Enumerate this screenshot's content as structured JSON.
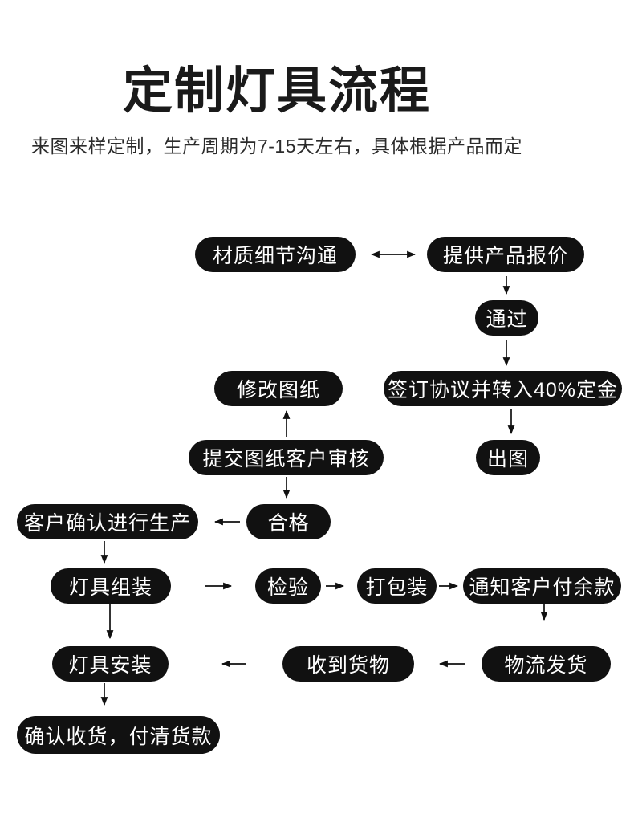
{
  "page": {
    "title": "定制灯具流程",
    "subtitle": "来图来样定制，生产周期为7-15天左右，具体根据产品而定"
  },
  "flowchart": {
    "node_background_color": "#111111",
    "node_text_color": "#ffffff",
    "arrow_color": "#111111",
    "background_color": "#ffffff",
    "nodes": [
      {
        "id": "material-communication",
        "label": "材质细节沟通"
      },
      {
        "id": "product-quote",
        "label": "提供产品报价"
      },
      {
        "id": "pass",
        "label": "通过"
      },
      {
        "id": "modify-drawing",
        "label": "修改图纸"
      },
      {
        "id": "sign-agreement-deposit",
        "label": "签订协议并转入40%定金"
      },
      {
        "id": "submit-drawing-review",
        "label": "提交图纸客户审核"
      },
      {
        "id": "produce-drawing",
        "label": "出图"
      },
      {
        "id": "customer-confirm-production",
        "label": "客户确认进行生产"
      },
      {
        "id": "qualified",
        "label": "合格"
      },
      {
        "id": "lamp-assembly",
        "label": "灯具组装"
      },
      {
        "id": "inspection",
        "label": "检验"
      },
      {
        "id": "packing",
        "label": "打包装"
      },
      {
        "id": "notify-balance-payment",
        "label": "通知客户付余款"
      },
      {
        "id": "lamp-installation",
        "label": "灯具安装"
      },
      {
        "id": "receive-goods",
        "label": "收到货物"
      },
      {
        "id": "logistics-shipping",
        "label": "物流发货"
      },
      {
        "id": "confirm-receipt-pay-balance",
        "label": "确认收货，付清货款"
      }
    ],
    "edges": [
      {
        "from": "material-communication",
        "to": "product-quote",
        "type": "bidirectional"
      },
      {
        "from": "product-quote",
        "to": "pass",
        "type": "down"
      },
      {
        "from": "pass",
        "to": "sign-agreement-deposit",
        "type": "down"
      },
      {
        "from": "sign-agreement-deposit",
        "to": "produce-drawing",
        "type": "down"
      },
      {
        "from": "submit-drawing-review",
        "to": "modify-drawing",
        "type": "up"
      },
      {
        "from": "submit-drawing-review",
        "to": "qualified",
        "type": "down"
      },
      {
        "from": "qualified",
        "to": "customer-confirm-production",
        "type": "left"
      },
      {
        "from": "customer-confirm-production",
        "to": "lamp-assembly",
        "type": "down"
      },
      {
        "from": "lamp-assembly",
        "to": "inspection",
        "type": "right"
      },
      {
        "from": "inspection",
        "to": "packing",
        "type": "right"
      },
      {
        "from": "packing",
        "to": "notify-balance-payment",
        "type": "right"
      },
      {
        "from": "notify-balance-payment",
        "to": "logistics-shipping",
        "type": "down"
      },
      {
        "from": "logistics-shipping",
        "to": "receive-goods",
        "type": "left"
      },
      {
        "from": "receive-goods",
        "to": "lamp-installation",
        "type": "left"
      },
      {
        "from": "lamp-assembly",
        "to": "lamp-installation",
        "type": "down"
      },
      {
        "from": "lamp-installation",
        "to": "confirm-receipt-pay-balance",
        "type": "down"
      }
    ]
  }
}
